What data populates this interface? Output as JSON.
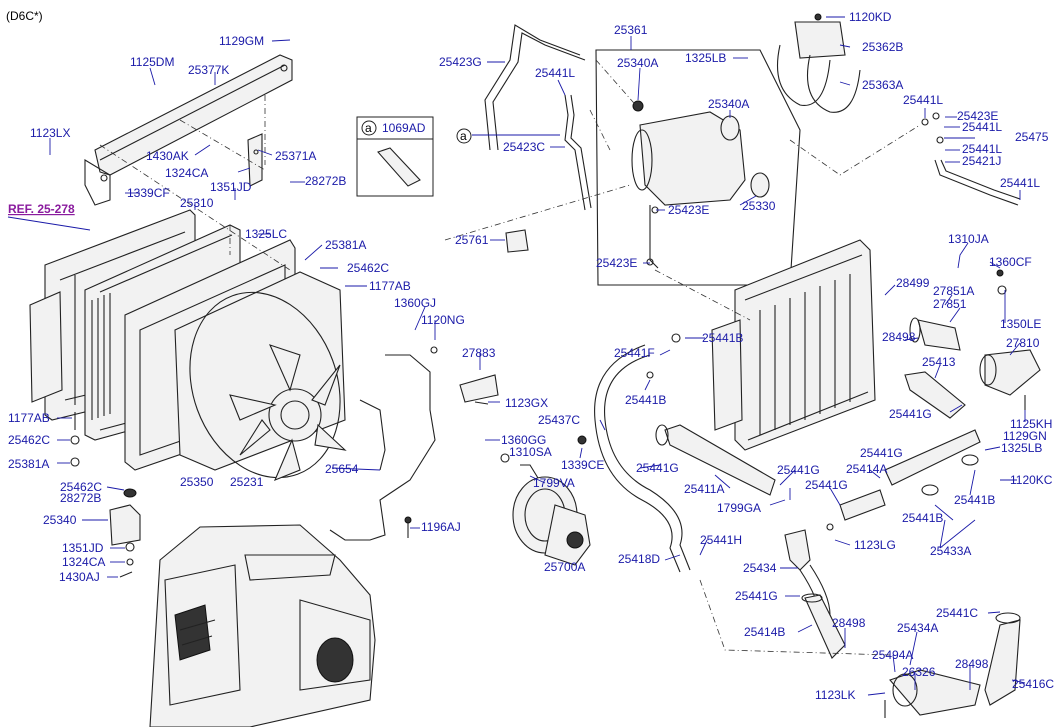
{
  "header": {
    "variant": "(D6C*)"
  },
  "reference": {
    "text": "REF. 25-278"
  },
  "callout": {
    "marker": "a",
    "part": "1069AD"
  },
  "marker_a": "a",
  "parts": {
    "p1129GM": "1129GM",
    "p1125DM": "1125DM",
    "p25377K": "25377K",
    "p1123LX": "1123LX",
    "p1430AK": "1430AK",
    "p25371A": "25371A",
    "p1324CA_top": "1324CA",
    "p28272B_top": "28272B",
    "p1339CF": "1339CF",
    "p1351JD_top": "1351JD",
    "p25310": "25310",
    "p1325LC": "1325LC",
    "p25381A_top": "25381A",
    "p25462C_top": "25462C",
    "p1177AB_top": "1177AB",
    "p1360GJ": "1360GJ",
    "p1120NG": "1120NG",
    "p27883": "27883",
    "p1123GX": "1123GX",
    "p1360GG": "1360GG",
    "p1310SA": "1310SA",
    "p25654": "25654",
    "p1799VA": "1799VA",
    "p1196AJ": "1196AJ",
    "p25700A": "25700A",
    "p25350": "25350",
    "p25231": "25231",
    "p1177AB_left": "1177AB",
    "p25462C_left": "25462C",
    "p25381A_left": "25381A",
    "p25462C_left2": "25462C",
    "p28272B_left": "28272B",
    "p25340": "25340",
    "p1351JD_left": "1351JD",
    "p1324CA_left": "1324CA",
    "p1430AJ": "1430AJ",
    "p25423G": "25423G",
    "p25361": "25361",
    "p1325LB_top": "1325LB",
    "p1120KD": "1120KD",
    "p25362B": "25362B",
    "p25363A": "25363A",
    "p25441L_a": "25441L",
    "p25340A_a": "25340A",
    "p25340A_b": "25340A",
    "p25423C": "25423C",
    "p25423E_a": "25423E",
    "p25330": "25330",
    "p25761": "25761",
    "p25423E_b": "25423E",
    "p25441L_b": "25441L",
    "p25423E_c": "25423E",
    "p25441L_c": "25441L",
    "p25475": "25475",
    "p25441L_d": "25441L",
    "p25421J": "25421J",
    "p25441L_e": "25441L",
    "p1310JA": "1310JA",
    "p1360CF": "1360CF",
    "p28499": "28499",
    "p27851A": "27851A",
    "p27851": "27851",
    "p1350LE": "1350LE",
    "p28498_a": "28498",
    "p27810": "27810",
    "p25413": "25413",
    "p25441G_a": "25441G",
    "p1125KH": "1125KH",
    "p1129GN": "1129GN",
    "p1325LB_r": "1325LB",
    "p1120KC": "1120KC",
    "p25441F": "25441F",
    "p25441B_a": "25441B",
    "p25441B_b": "25441B",
    "p25437C": "25437C",
    "p1339CE": "1339CE",
    "p25441G_b": "25441G",
    "p25411A": "25411A",
    "p25441G_c": "25441G",
    "p25414A": "25414A",
    "p25441G_d": "25441G",
    "p25441G_e": "25441G",
    "p1799GA": "1799GA",
    "p25441B_c": "25441B",
    "p25441B_d": "25441B",
    "p1123LG": "1123LG",
    "p25433A": "25433A",
    "p25441H": "25441H",
    "p25418D": "25418D",
    "p25434": "25434",
    "p25441G_f": "25441G",
    "p25441C": "25441C",
    "p25414B": "25414B",
    "p28498_b": "28498",
    "p25434A": "25434A",
    "p25494A": "25494A",
    "p26326": "26326",
    "p28498_c": "28498",
    "p1123LK": "1123LK",
    "p25416C": "25416C"
  }
}
